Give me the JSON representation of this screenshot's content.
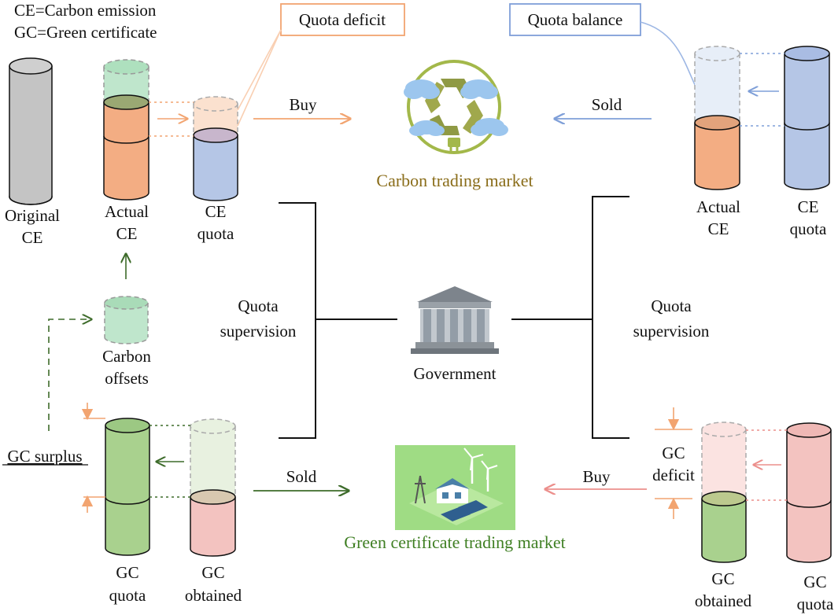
{
  "legend": {
    "ce": "CE=Carbon emission",
    "gc": "GC=Green certificate"
  },
  "labels": {
    "original_ce": [
      "Original",
      "CE"
    ],
    "actual_ce_left": [
      "Actual",
      "CE"
    ],
    "ce_quota_left": [
      "CE",
      "quota"
    ],
    "actual_ce_right": [
      "Actual",
      "CE"
    ],
    "ce_quota_right": [
      "CE",
      "quota"
    ],
    "carbon_offsets": [
      "Carbon",
      "offsets"
    ],
    "gc_quota_left": [
      "GC",
      "quota"
    ],
    "gc_obtained_left": [
      "GC",
      "obtained"
    ],
    "gc_obtained_right": [
      "GC",
      "obtained"
    ],
    "gc_quota_right": [
      "GC",
      "quota"
    ],
    "gc_deficit": [
      "GC",
      "deficit"
    ],
    "gc_surplus": "GC surplus",
    "quota_supervision_left": [
      "Quota",
      "supervision"
    ],
    "quota_supervision_right": [
      "Quota",
      "supervision"
    ],
    "government": "Government",
    "quota_deficit": "Quota deficit",
    "quota_balance": "Quota balance",
    "buy_carbon": "Buy",
    "sold_carbon": "Sold",
    "sold_green": "Sold",
    "buy_green": "Buy",
    "carbon_market": "Carbon trading market",
    "green_market": "Green certificate trading market"
  },
  "colors": {
    "grey": "#c4c4c4",
    "orange": "#f3ad83",
    "blue": "#b5c6e6",
    "green": "#a9d18e",
    "light_green": "#bfe6cc",
    "pink": "#f3c3c0",
    "orange_line": "#f2a470",
    "blue_line": "#7f9fd8",
    "green_line": "#3d6b2a",
    "pink_line": "#ec8f8c",
    "carbon_text": "#8a6d1a",
    "green_text": "#3f7f23"
  },
  "icons": {
    "carbon_market": "recycle-plug-cloud-icon",
    "government": "government-building-icon",
    "green_market": "wind-solar-farm-icon"
  }
}
